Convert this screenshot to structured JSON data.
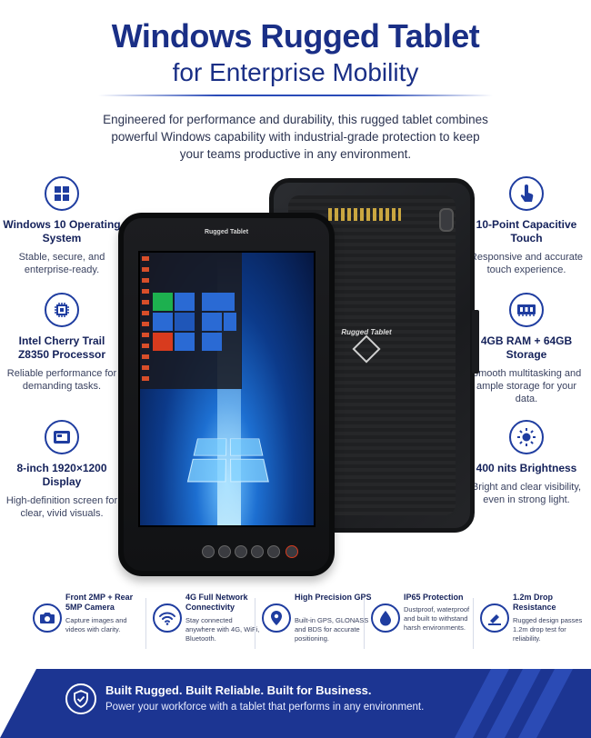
{
  "header": {
    "title": "Windows Rugged Tablet",
    "subtitle": "for Enterprise Mobility",
    "intro": "Engineered for performance and durability, this rugged tablet combines powerful Windows capability with industrial-grade protection to keep your teams productive in any environment."
  },
  "device": {
    "front_brand": "Rugged Tablet",
    "back_brand": "Rugged Tablet"
  },
  "left_features": [
    {
      "icon": "windows-icon",
      "title": "Windows 10 Operating System",
      "desc": "Stable, secure, and enterprise-ready."
    },
    {
      "icon": "cpu-icon",
      "title": "Intel Cherry Trail Z8350 Processor",
      "desc": "Reliable performance for demanding tasks."
    },
    {
      "icon": "display-icon",
      "title": "8-inch 1920×1200 Display",
      "desc": "High-definition screen for clear, vivid visuals."
    }
  ],
  "right_features": [
    {
      "icon": "touch-icon",
      "title": "10-Point Capacitive Touch",
      "desc": "Responsive and accurate touch experience."
    },
    {
      "icon": "memory-icon",
      "title": "4GB RAM + 64GB Storage",
      "desc": "Smooth multitasking and ample storage for your data."
    },
    {
      "icon": "sun-icon",
      "title": "400 nits Brightness",
      "desc": "Bright and clear visibility, even in strong light."
    }
  ],
  "bottom_features": [
    {
      "icon": "camera-icon",
      "title": "Front 2MP + Rear 5MP Camera",
      "desc": "Capture images and videos with clarity."
    },
    {
      "icon": "wifi-icon",
      "title": "4G Full Network Connectivity",
      "desc": "Stay connected anywhere with 4G, WiFi, Bluetooth."
    },
    {
      "icon": "gps-pin-icon",
      "title": "High Precision GPS",
      "desc": "Built-in GPS, GLONASS and BDS for accurate positioning."
    },
    {
      "icon": "shield-drop-icon",
      "title": "IP65 Protection",
      "desc": "Dustproof, waterproof and built to withstand harsh environments."
    },
    {
      "icon": "drop-icon",
      "title": "1.2m Drop Resistance",
      "desc": "Rugged design passes 1.2m drop test for reliability."
    }
  ],
  "banner": {
    "title": "Built Rugged. Built Reliable. Built for Business.",
    "subtitle": "Power your workforce with a tablet that performs in any environment."
  },
  "colors": {
    "brand_blue": "#1a2f86",
    "accent_blue": "#1f3da0",
    "banner_blue": "#1c3592"
  }
}
